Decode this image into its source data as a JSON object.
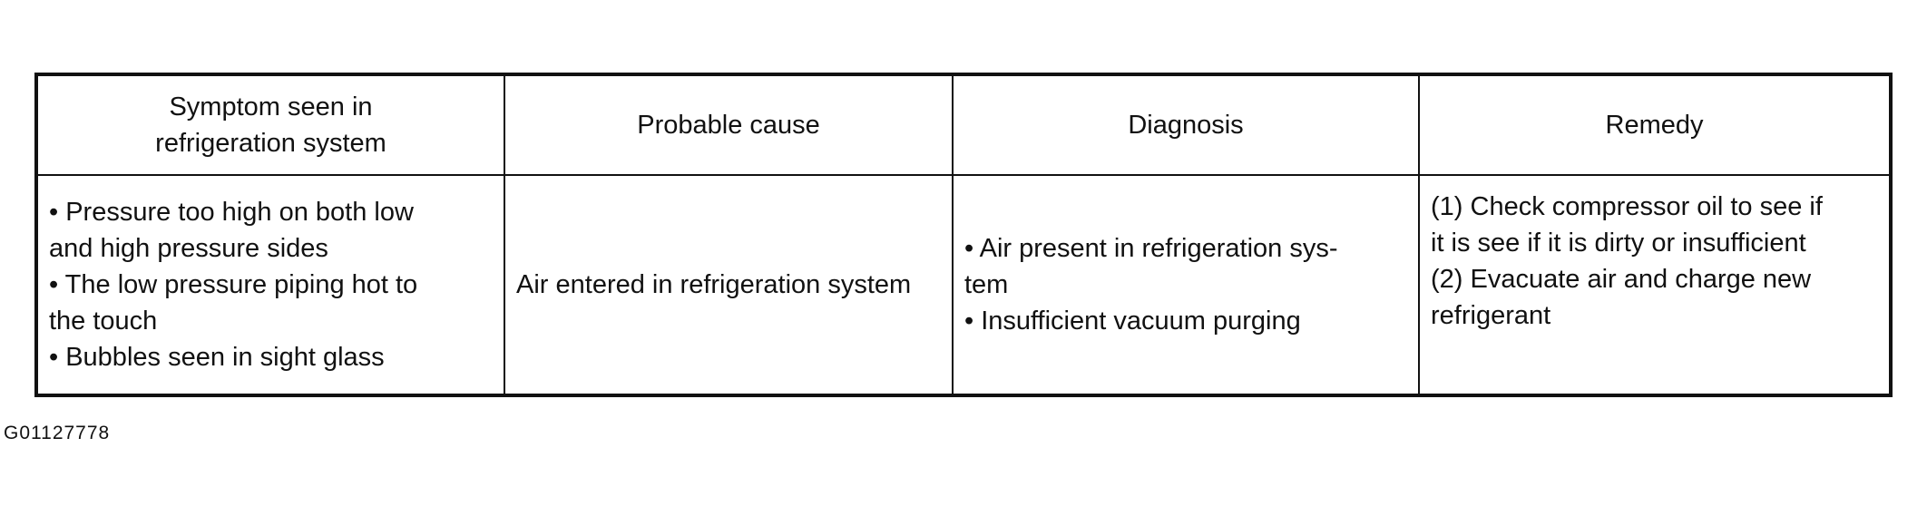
{
  "table": {
    "headers": [
      [
        "Symptom seen in",
        "refrigeration system"
      ],
      [
        "Probable cause"
      ],
      [
        "Diagnosis"
      ],
      [
        "Remedy"
      ]
    ],
    "rows": [
      {
        "symptom": [
          "• Pressure too high on both low",
          "and high pressure sides",
          "• The low pressure piping hot to",
          "the touch",
          "• Bubbles seen in sight glass"
        ],
        "cause": [
          "Air entered in refrigeration system"
        ],
        "diagnosis": [
          "• Air present in refrigeration sys-",
          "tem",
          "• Insufficient vacuum purging"
        ],
        "remedy": [
          "(1) Check compressor oil to see if",
          "it is see if it is dirty or insufficient",
          "(2) Evacuate air and charge new",
          "refrigerant"
        ]
      }
    ]
  },
  "figure_id": "G01127778"
}
